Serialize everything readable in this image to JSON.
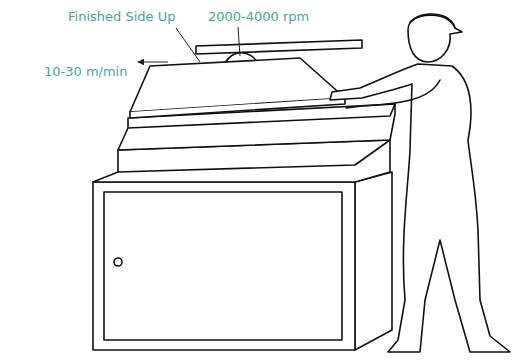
{
  "diagram": {
    "labels": [
      "Finished Side Up",
      "2000-4000 rpm",
      "10-30 m/min"
    ]
  }
}
